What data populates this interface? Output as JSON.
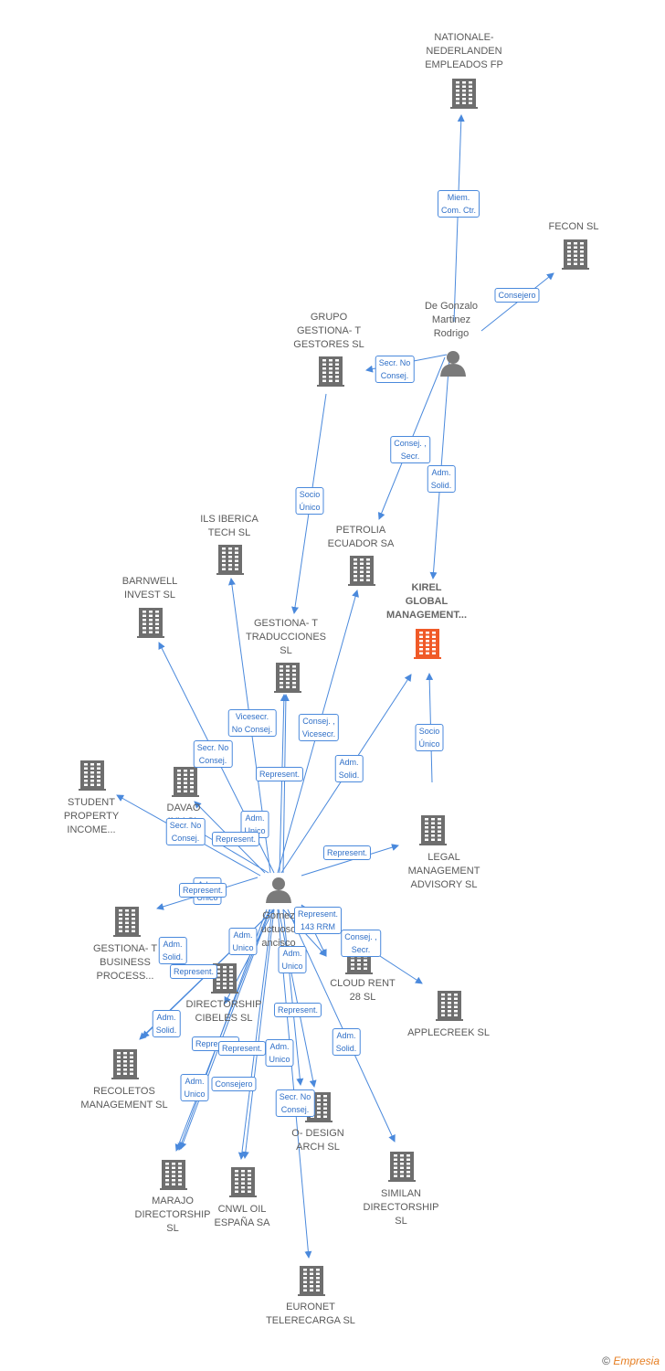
{
  "colors": {
    "edge": "#4a89dc",
    "building": "#6e6e6e",
    "building_focus": "#f05a28",
    "person": "#7a7a7a"
  },
  "nodes": [
    {
      "id": "nationale",
      "type": "company",
      "label": "NATIONALE-\nNEDERLANDEN\nEMPLEADOS FP"
    },
    {
      "id": "fecon",
      "type": "company",
      "label": "FECON  SL"
    },
    {
      "id": "degonzalo",
      "type": "person",
      "label": "De Gonzalo\nMartinez\nRodrigo"
    },
    {
      "id": "grupo",
      "type": "company",
      "label": "GRUPO\nGESTIONA- T\nGESTORES  SL"
    },
    {
      "id": "ils",
      "type": "company",
      "label": "ILS IBERICA\nTECH  SL"
    },
    {
      "id": "petrolia",
      "type": "company",
      "label": "PETROLIA\nECUADOR SA"
    },
    {
      "id": "kirel",
      "type": "company",
      "focus": true,
      "label": "KIREL\nGLOBAL\nMANAGEMENT..."
    },
    {
      "id": "barnwell",
      "type": "company",
      "label": "BARNWELL\nINVEST  SL"
    },
    {
      "id": "traducciones",
      "type": "company",
      "label": "GESTIONA- T\nTRADUCCIONES\nSL"
    },
    {
      "id": "student",
      "type": "company",
      "label": "STUDENT\nPROPERTY\nINCOME..."
    },
    {
      "id": "davao",
      "type": "company",
      "label": "DAVAO\nINV          SL"
    },
    {
      "id": "legal",
      "type": "company",
      "label": "LEGAL\nMANAGEMENT\nADVISORY  SL"
    },
    {
      "id": "gomez",
      "type": "person",
      "label": "Gomez\nuctuoso\nancisco"
    },
    {
      "id": "business",
      "type": "company",
      "label": "GESTIONA- T\nBUSINESS\nPROCESS..."
    },
    {
      "id": "cloudrent",
      "type": "company",
      "label": "CLOUD RENT\n28  SL"
    },
    {
      "id": "applecreek",
      "type": "company",
      "label": "APPLECREEK SL"
    },
    {
      "id": "directorship",
      "type": "company",
      "label": "DIRECTORSHIP\nCIBELES SL"
    },
    {
      "id": "recoletos",
      "type": "company",
      "label": "RECOLETOS\nMANAGEMENT SL"
    },
    {
      "id": "odesign",
      "type": "company",
      "label": "O- DESIGN\nARCH  SL"
    },
    {
      "id": "similan",
      "type": "company",
      "label": "SIMILAN\nDIRECTORSHIP\nSL"
    },
    {
      "id": "marajo",
      "type": "company",
      "label": "MARAJO\nDIRECTORSHIP\nSL"
    },
    {
      "id": "cnwl",
      "type": "company",
      "label": "CNWL OIL\nESPAÑA SA"
    },
    {
      "id": "euronet",
      "type": "company",
      "label": "EURONET\nTELERECARGA SL"
    }
  ],
  "relations": [
    {
      "from": "degonzalo",
      "to": "nationale",
      "label": "Miem.\nCom. Ctr."
    },
    {
      "from": "degonzalo",
      "to": "fecon",
      "label": "Consejero"
    },
    {
      "from": "degonzalo",
      "to": "grupo",
      "label": "Secr.  No\nConsej."
    },
    {
      "from": "degonzalo",
      "to": "petrolia",
      "label": "Consej. ,\nSecr."
    },
    {
      "from": "degonzalo",
      "to": "kirel",
      "label": "Adm.\nSolid."
    },
    {
      "from": "grupo",
      "to": "traducciones",
      "label": "Socio\nÚnico"
    },
    {
      "from": "legal",
      "to": "kirel",
      "label": "Socio\nÚnico"
    },
    {
      "from": "gomez",
      "to": "ils",
      "label": "Vicesecr.\nNo Consej."
    },
    {
      "from": "gomez",
      "to": "barnwell",
      "label": "Secr.  No\nConsej."
    },
    {
      "from": "gomez",
      "to": "petrolia",
      "label": "Consej. ,\nVicesecr."
    },
    {
      "from": "gomez",
      "to": "kirel",
      "label": "Adm.\nSolid."
    },
    {
      "from": "gomez",
      "to": "traducciones",
      "label": "Represent."
    },
    {
      "from": "gomez",
      "to": "student",
      "label": "Secr.  No\nConsej."
    },
    {
      "from": "gomez",
      "to": "traducciones",
      "label": "Adm.\nUnico"
    },
    {
      "from": "gomez",
      "to": "davao",
      "label": "Represent."
    },
    {
      "from": "gomez",
      "to": "legal",
      "label": "Represent."
    },
    {
      "from": "gomez",
      "to": "davao",
      "label": "Adm.\nUnico"
    },
    {
      "from": "gomez",
      "to": "business",
      "label": "Represent."
    },
    {
      "from": "gomez",
      "to": "cloudrent",
      "label": "Represent.\n143 RRM"
    },
    {
      "from": "gomez",
      "to": "applecreek",
      "label": "Consej. ,\nSecr."
    },
    {
      "from": "gomez",
      "to": "recoletos",
      "label": "Adm.\nSolid."
    },
    {
      "from": "gomez",
      "to": "directorship",
      "label": "Adm.\nUnico"
    },
    {
      "from": "gomez",
      "to": "recoletos",
      "label": "Represent."
    },
    {
      "from": "gomez",
      "to": "cloudrent",
      "label": "Adm.\nUnico"
    },
    {
      "from": "gomez",
      "to": "marajo",
      "label": "Adm.\nSolid."
    },
    {
      "from": "gomez",
      "to": "odesign",
      "label": "Represent."
    },
    {
      "from": "gomez",
      "to": "similan",
      "label": "Adm.\nSolid."
    },
    {
      "from": "gomez",
      "to": "marajo",
      "label": "Represent."
    },
    {
      "from": "gomez",
      "to": "cnwl",
      "label": "Represent."
    },
    {
      "from": "gomez",
      "to": "odesign",
      "label": "Adm.\nUnico"
    },
    {
      "from": "gomez",
      "to": "marajo",
      "label": "Adm.\nUnico"
    },
    {
      "from": "gomez",
      "to": "cnwl",
      "label": "Consejero"
    },
    {
      "from": "gomez",
      "to": "euronet",
      "label": "Secr.  No\nConsej."
    }
  ],
  "footer": {
    "copyright": "©",
    "brand": "Empresia"
  }
}
